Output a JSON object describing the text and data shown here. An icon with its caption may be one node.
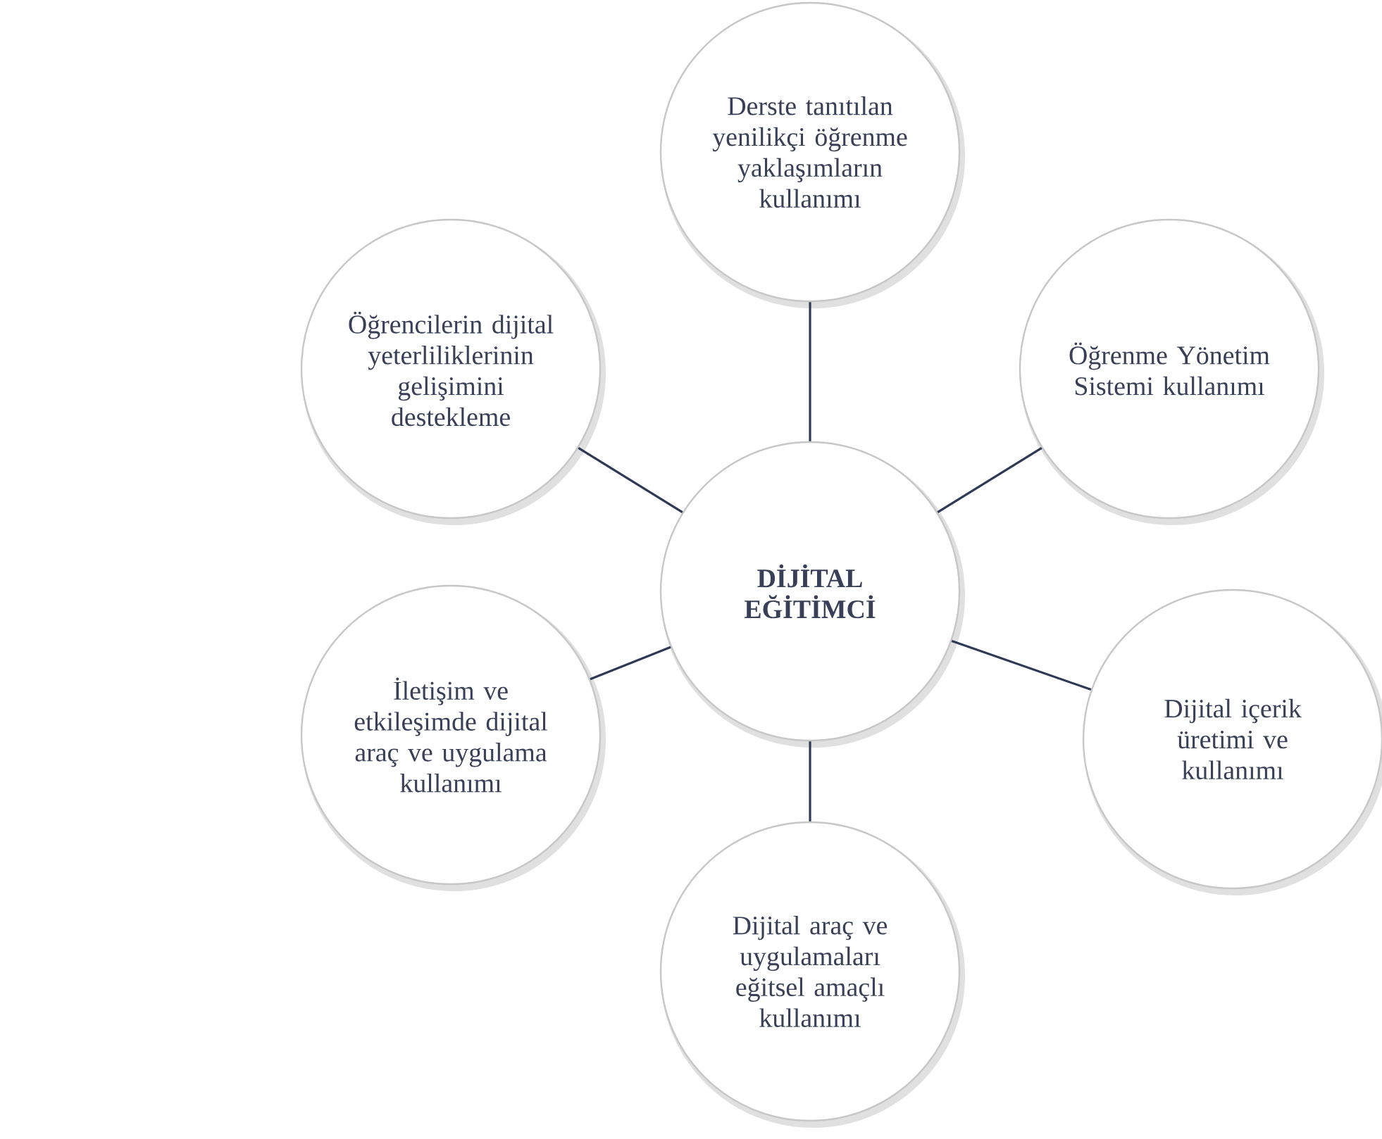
{
  "diagram": {
    "nodes": [
      {
        "text": [
          "Derste tanıtılan yenilikçi öğrenme yaklaşımların kullanımı"
        ]
      },
      {
        "text": [
          "Öğrencilerin dijital yeterliliklerinin gelişimini destekleme"
        ]
      },
      {
        "text": [
          "Öğrenme Yönetim Sistemi kullanımı"
        ]
      },
      {
        "text": [
          "DİJİTAL EĞİTİMCİ"
        ]
      },
      {
        "text": [
          "İletişim ve etkileşimde dijital araç ve uygulama kullanımı"
        ]
      },
      {
        "text": [
          "Dijital içerik üretimi ve kullanımı"
        ]
      },
      {
        "text": [
          "Dijital araç ve uygulamaları eğitsel amaçlı kullanımı"
        ]
      }
    ],
    "edges": [
      {
        "from": 3,
        "to": 0,
        "arrow": "none"
      },
      {
        "from": 3,
        "to": 1,
        "arrow": "none"
      },
      {
        "from": 3,
        "to": 2,
        "arrow": "none"
      },
      {
        "from": 3,
        "to": 4,
        "arrow": "none"
      },
      {
        "from": 3,
        "to": 5,
        "arrow": "none"
      },
      {
        "from": 3,
        "to": 6,
        "arrow": "none"
      }
    ]
  }
}
